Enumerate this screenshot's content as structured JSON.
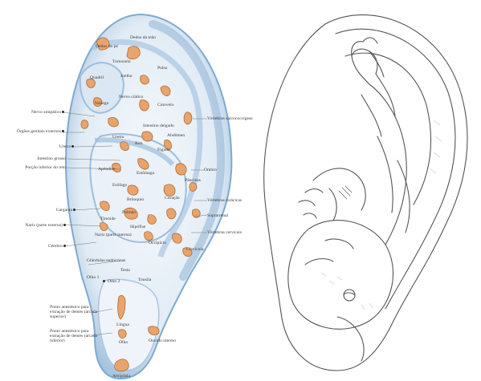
{
  "left_panel": {
    "labels": {
      "dedos_pe": "Dedos do pé",
      "dedos_mao": "Dedos da mão",
      "tornozelo": "Tornozelo",
      "pulso": "Pulso",
      "nervo_simpatico": "Nervo simpático",
      "quadril": "Quadril",
      "joelho": "Joelho",
      "orgaos_genitais": "Órgãos genitais externos",
      "nervo_ciatico": "Nervo ciático",
      "nadega": "Nádega",
      "vertebra_sacrococcigea": "Vértebras sacrococcígeas",
      "cotovelo": "Cotovelo",
      "intestino_delgado": "Intestino delgado",
      "uretra": "Uretra",
      "abdomen": "Abdômen",
      "uretra2": "Uretra",
      "intestino_grosso": "Intestino grosso",
      "porcao_inferior_reto": "Porção inferior do reto",
      "ombro": "Ombro",
      "rim": "Rim",
      "figado": "Fígado",
      "estomago": "Estômago",
      "apendice": "Apêndice",
      "pancreas": "Pâncreas",
      "esofago": "Esôfago",
      "coracao": "Coração",
      "vertebras_toracicas": "Vértebras torácicas",
      "bronquio": "Brônquio",
      "pulmao": "Pulmão",
      "tireoide": "Tireoide",
      "garganta": "Garganta",
      "nariz_externo": "Nariz (parte externa)",
      "suprarrenal": "Suprarrenal",
      "nariz_interno": "Nariz (parte interna)",
      "hipofise": "Hipófise",
      "vertebras_cervicais": "Vértebras cervicais",
      "clavicula": "Clavícula",
      "cerebro": "Cérebro",
      "glandulas_endocrinas": "Glândulas endócrinas",
      "occipicio": "Occipício",
      "testa": "Testa",
      "olho1": "Olho 1",
      "olho2": "Olho 2",
      "olho": "Olho",
      "tonsila": "Tonsila",
      "dente_superior": "Ponto anestésico para extração de dentes (arcada superior)",
      "lingua": "Língua",
      "dente_inferior": "Ponto anestésico para extração de dentes (arcada inferior)",
      "ouvido_interno": "Ouvido interno",
      "amigdala": "Amígdala"
    }
  },
  "right_panel": {},
  "colors": {
    "ear_rim_shadow": "#8fb4d6",
    "ear_fill": "#e6eef6",
    "organ_fill": "#e8a46c",
    "organ_stroke": "#b36a30",
    "line_art": "#555555"
  }
}
